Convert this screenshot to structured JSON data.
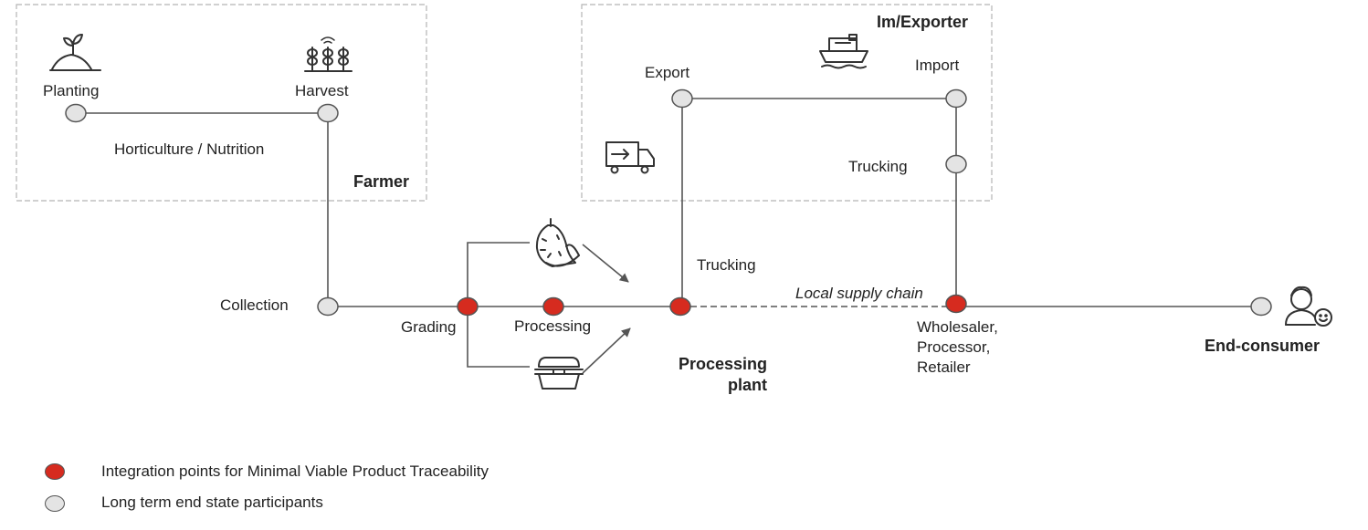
{
  "colors": {
    "integration": "#d62b1f",
    "participant": "#e4e4e4",
    "line": "#555555",
    "box_border": "#b5b5b5"
  },
  "groups": {
    "farmer": "Farmer",
    "exporter": "Im/Exporter",
    "plant": "Processing\nplant",
    "consumer": "End-consumer"
  },
  "nodes": {
    "planting": "Planting",
    "harvest": "Harvest",
    "horticulture": "Horticulture / Nutrition",
    "collection": "Collection",
    "grading": "Grading",
    "processing": "Processing",
    "trucking_plant": "Trucking",
    "export": "Export",
    "import": "Import",
    "trucking_import": "Trucking",
    "local_chain": "Local supply chain",
    "wholesaler": "Wholesaler,\nProcessor,\nRetailer"
  },
  "icons": {
    "planting": "sprout-icon",
    "harvest": "crops-icon",
    "ship": "ship-icon",
    "truck": "truck-icon",
    "durian": "durian-fruit-icon",
    "package": "food-container-icon",
    "consumer": "person-smile-icon"
  },
  "legend": {
    "integration": "Integration points for Minimal Viable Product Traceability",
    "participant": "Long term end state participants"
  }
}
